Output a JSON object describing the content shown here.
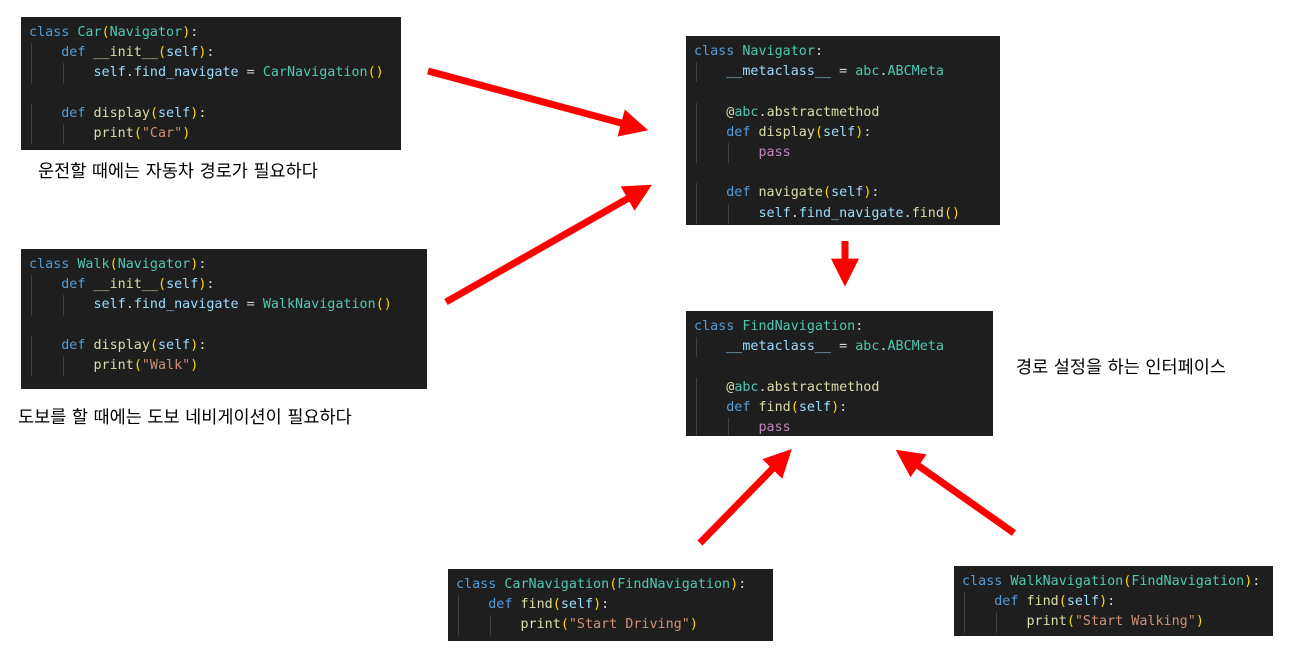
{
  "colors": {
    "code_background": "#1e1e1e",
    "arrow": "#ff0000",
    "keyword": "#569cd6",
    "class_name": "#4ec9b0",
    "function": "#dcdcaa",
    "bracket": "#ffd700",
    "variable": "#9cdcfe",
    "string": "#ce9178",
    "control": "#c586c0",
    "text": "#d4d4d4"
  },
  "code_blocks": [
    {
      "id": "car-class",
      "lines": [
        [
          {
            "t": "class ",
            "k": "keyword"
          },
          {
            "t": "Car",
            "k": "cls"
          },
          {
            "t": "(",
            "k": "paren"
          },
          {
            "t": "Navigator",
            "k": "cls"
          },
          {
            "t": ")",
            "k": "paren"
          },
          {
            "t": ":",
            "k": "plain"
          }
        ],
        [
          {
            "t": "    def ",
            "k": "keyword"
          },
          {
            "t": "__init__",
            "k": "fn"
          },
          {
            "t": "(",
            "k": "paren"
          },
          {
            "t": "self",
            "k": "param"
          },
          {
            "t": ")",
            "k": "paren"
          },
          {
            "t": ":",
            "k": "plain"
          }
        ],
        [
          {
            "t": "        ",
            "k": "plain"
          },
          {
            "t": "self",
            "k": "param"
          },
          {
            "t": ".",
            "k": "plain"
          },
          {
            "t": "find_navigate",
            "k": "param"
          },
          {
            "t": " = ",
            "k": "plain"
          },
          {
            "t": "CarNavigation",
            "k": "cls"
          },
          {
            "t": "()",
            "k": "paren"
          }
        ],
        [],
        [
          {
            "t": "    def ",
            "k": "keyword"
          },
          {
            "t": "display",
            "k": "fn"
          },
          {
            "t": "(",
            "k": "paren"
          },
          {
            "t": "self",
            "k": "param"
          },
          {
            "t": ")",
            "k": "paren"
          },
          {
            "t": ":",
            "k": "plain"
          }
        ],
        [
          {
            "t": "        ",
            "k": "plain"
          },
          {
            "t": "print",
            "k": "fn"
          },
          {
            "t": "(",
            "k": "paren"
          },
          {
            "t": "\"Car\"",
            "k": "str"
          },
          {
            "t": ")",
            "k": "paren"
          }
        ]
      ]
    },
    {
      "id": "walk-class",
      "lines": [
        [
          {
            "t": "class ",
            "k": "keyword"
          },
          {
            "t": "Walk",
            "k": "cls"
          },
          {
            "t": "(",
            "k": "paren"
          },
          {
            "t": "Navigator",
            "k": "cls"
          },
          {
            "t": ")",
            "k": "paren"
          },
          {
            "t": ":",
            "k": "plain"
          }
        ],
        [
          {
            "t": "    def ",
            "k": "keyword"
          },
          {
            "t": "__init__",
            "k": "fn"
          },
          {
            "t": "(",
            "k": "paren"
          },
          {
            "t": "self",
            "k": "param"
          },
          {
            "t": ")",
            "k": "paren"
          },
          {
            "t": ":",
            "k": "plain"
          }
        ],
        [
          {
            "t": "        ",
            "k": "plain"
          },
          {
            "t": "self",
            "k": "param"
          },
          {
            "t": ".",
            "k": "plain"
          },
          {
            "t": "find_navigate",
            "k": "param"
          },
          {
            "t": " = ",
            "k": "plain"
          },
          {
            "t": "WalkNavigation",
            "k": "cls"
          },
          {
            "t": "()",
            "k": "paren"
          }
        ],
        [],
        [
          {
            "t": "    def ",
            "k": "keyword"
          },
          {
            "t": "display",
            "k": "fn"
          },
          {
            "t": "(",
            "k": "paren"
          },
          {
            "t": "self",
            "k": "param"
          },
          {
            "t": ")",
            "k": "paren"
          },
          {
            "t": ":",
            "k": "plain"
          }
        ],
        [
          {
            "t": "        ",
            "k": "plain"
          },
          {
            "t": "print",
            "k": "fn"
          },
          {
            "t": "(",
            "k": "paren"
          },
          {
            "t": "\"Walk\"",
            "k": "str"
          },
          {
            "t": ")",
            "k": "paren"
          }
        ]
      ]
    },
    {
      "id": "navigator-class",
      "lines": [
        [
          {
            "t": "class ",
            "k": "keyword"
          },
          {
            "t": "Navigator",
            "k": "cls"
          },
          {
            "t": ":",
            "k": "plain"
          }
        ],
        [
          {
            "t": "    ",
            "k": "plain"
          },
          {
            "t": "__metaclass__",
            "k": "param"
          },
          {
            "t": " = ",
            "k": "plain"
          },
          {
            "t": "abc",
            "k": "cls"
          },
          {
            "t": ".",
            "k": "plain"
          },
          {
            "t": "ABCMeta",
            "k": "cls"
          }
        ],
        [],
        [
          {
            "t": "    ",
            "k": "plain"
          },
          {
            "t": "@",
            "k": "fn"
          },
          {
            "t": "abc",
            "k": "cls"
          },
          {
            "t": ".",
            "k": "plain"
          },
          {
            "t": "abstractmethod",
            "k": "fn"
          }
        ],
        [
          {
            "t": "    def ",
            "k": "keyword"
          },
          {
            "t": "display",
            "k": "fn"
          },
          {
            "t": "(",
            "k": "paren"
          },
          {
            "t": "self",
            "k": "param"
          },
          {
            "t": ")",
            "k": "paren"
          },
          {
            "t": ":",
            "k": "plain"
          }
        ],
        [
          {
            "t": "        ",
            "k": "plain"
          },
          {
            "t": "pass",
            "k": "ctrl"
          }
        ],
        [],
        [
          {
            "t": "    def ",
            "k": "keyword"
          },
          {
            "t": "navigate",
            "k": "fn"
          },
          {
            "t": "(",
            "k": "paren"
          },
          {
            "t": "self",
            "k": "param"
          },
          {
            "t": ")",
            "k": "paren"
          },
          {
            "t": ":",
            "k": "plain"
          }
        ],
        [
          {
            "t": "        ",
            "k": "plain"
          },
          {
            "t": "self",
            "k": "param"
          },
          {
            "t": ".",
            "k": "plain"
          },
          {
            "t": "find_navigate",
            "k": "param"
          },
          {
            "t": ".",
            "k": "plain"
          },
          {
            "t": "find",
            "k": "fn"
          },
          {
            "t": "()",
            "k": "paren"
          }
        ]
      ]
    },
    {
      "id": "findnavigation-class",
      "lines": [
        [
          {
            "t": "class ",
            "k": "keyword"
          },
          {
            "t": "FindNavigation",
            "k": "cls"
          },
          {
            "t": ":",
            "k": "plain"
          }
        ],
        [
          {
            "t": "    ",
            "k": "plain"
          },
          {
            "t": "__metaclass__",
            "k": "param"
          },
          {
            "t": " = ",
            "k": "plain"
          },
          {
            "t": "abc",
            "k": "cls"
          },
          {
            "t": ".",
            "k": "plain"
          },
          {
            "t": "ABCMeta",
            "k": "cls"
          }
        ],
        [],
        [
          {
            "t": "    ",
            "k": "plain"
          },
          {
            "t": "@",
            "k": "fn"
          },
          {
            "t": "abc",
            "k": "cls"
          },
          {
            "t": ".",
            "k": "plain"
          },
          {
            "t": "abstractmethod",
            "k": "fn"
          }
        ],
        [
          {
            "t": "    def ",
            "k": "keyword"
          },
          {
            "t": "find",
            "k": "fn"
          },
          {
            "t": "(",
            "k": "paren"
          },
          {
            "t": "self",
            "k": "param"
          },
          {
            "t": ")",
            "k": "paren"
          },
          {
            "t": ":",
            "k": "plain"
          }
        ],
        [
          {
            "t": "        ",
            "k": "plain"
          },
          {
            "t": "pass",
            "k": "ctrl"
          }
        ]
      ]
    },
    {
      "id": "carnavigation-class",
      "lines": [
        [
          {
            "t": "class ",
            "k": "keyword"
          },
          {
            "t": "CarNavigation",
            "k": "cls"
          },
          {
            "t": "(",
            "k": "paren"
          },
          {
            "t": "FindNavigation",
            "k": "cls"
          },
          {
            "t": ")",
            "k": "paren"
          },
          {
            "t": ":",
            "k": "plain"
          }
        ],
        [
          {
            "t": "    def ",
            "k": "keyword"
          },
          {
            "t": "find",
            "k": "fn"
          },
          {
            "t": "(",
            "k": "paren"
          },
          {
            "t": "self",
            "k": "param"
          },
          {
            "t": ")",
            "k": "paren"
          },
          {
            "t": ":",
            "k": "plain"
          }
        ],
        [
          {
            "t": "        ",
            "k": "plain"
          },
          {
            "t": "print",
            "k": "fn"
          },
          {
            "t": "(",
            "k": "paren"
          },
          {
            "t": "\"Start Driving\"",
            "k": "str"
          },
          {
            "t": ")",
            "k": "paren"
          }
        ]
      ]
    },
    {
      "id": "walknavigation-class",
      "lines": [
        [
          {
            "t": "class ",
            "k": "keyword"
          },
          {
            "t": "WalkNavigation",
            "k": "cls"
          },
          {
            "t": "(",
            "k": "paren"
          },
          {
            "t": "FindNavigation",
            "k": "cls"
          },
          {
            "t": ")",
            "k": "paren"
          },
          {
            "t": ":",
            "k": "plain"
          }
        ],
        [
          {
            "t": "    def ",
            "k": "keyword"
          },
          {
            "t": "find",
            "k": "fn"
          },
          {
            "t": "(",
            "k": "paren"
          },
          {
            "t": "self",
            "k": "param"
          },
          {
            "t": ")",
            "k": "paren"
          },
          {
            "t": ":",
            "k": "plain"
          }
        ],
        [
          {
            "t": "        ",
            "k": "plain"
          },
          {
            "t": "print",
            "k": "fn"
          },
          {
            "t": "(",
            "k": "paren"
          },
          {
            "t": "\"Start Walking\"",
            "k": "str"
          },
          {
            "t": ")",
            "k": "paren"
          }
        ]
      ]
    }
  ],
  "captions": {
    "car": "운전할 때에는 자동차 경로가 필요하다",
    "walk": "도보를 할 때에는 도보 네비게이션이 필요하다",
    "interface": "경로 설정을 하는 인터페이스"
  }
}
